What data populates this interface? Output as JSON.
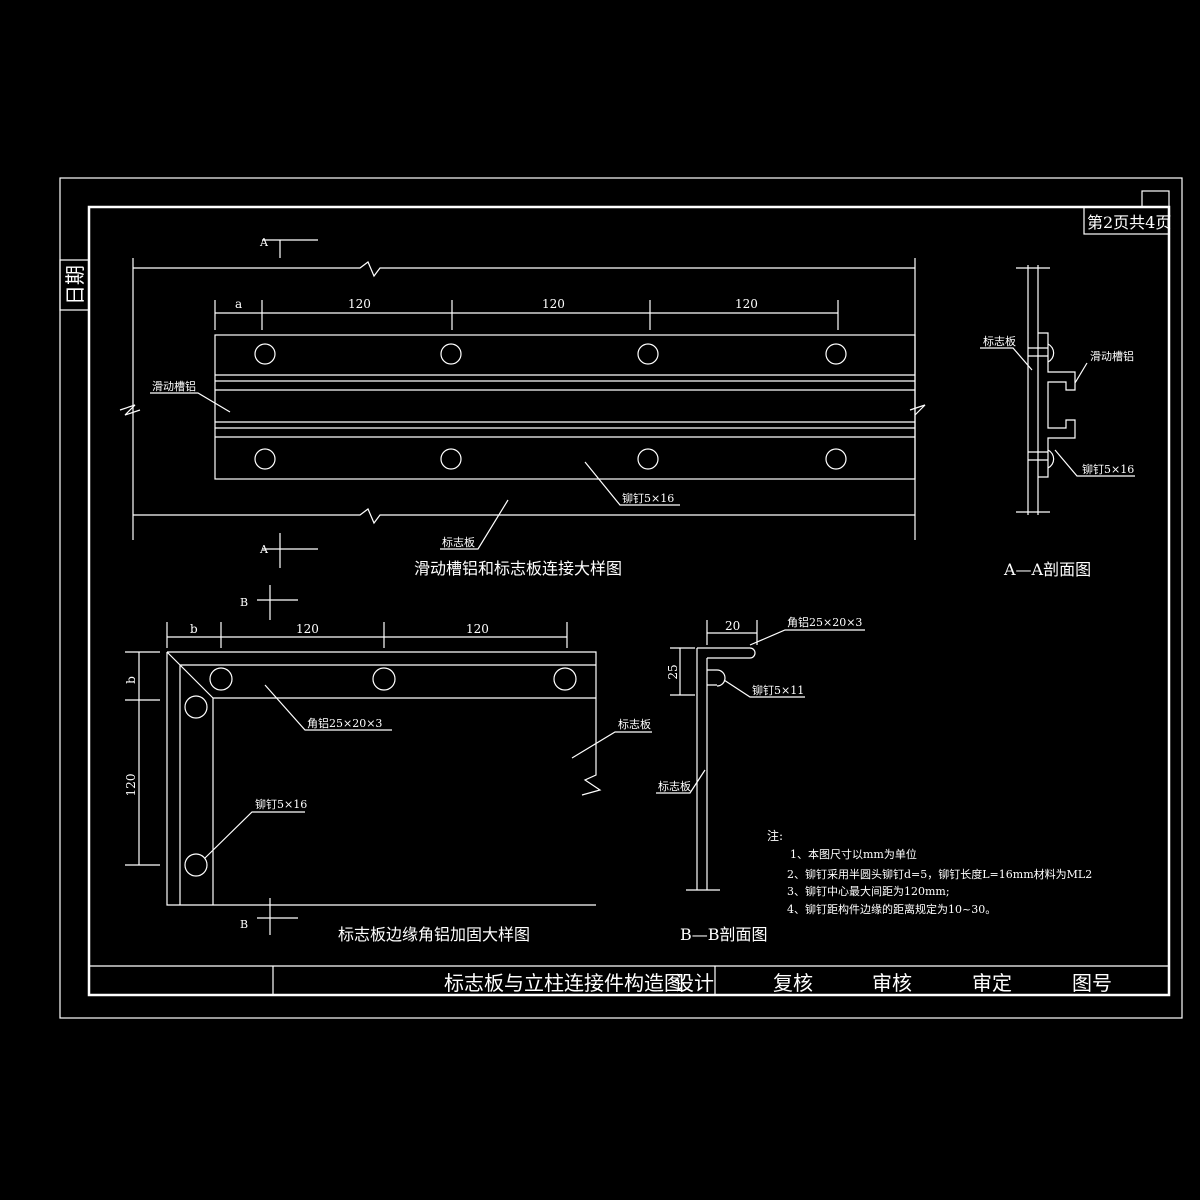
{
  "page_counter": "第2页共4页",
  "side_label": "日期",
  "view1": {
    "title": "滑动槽铝和标志板连接大样图",
    "section_mark": "A",
    "dims": [
      "a",
      "120",
      "120",
      "120"
    ],
    "label_channel": "滑动槽铝",
    "label_rivet": "铆钉5×16",
    "label_plate": "标志板"
  },
  "view_aa": {
    "title": "A—A剖面图",
    "label_plate": "标志板",
    "label_channel": "滑动槽铝",
    "label_rivet": "铆钉5×16"
  },
  "view2": {
    "title": "标志板边缘角铝加固大样图",
    "section_mark": "B",
    "dims_h": [
      "b",
      "120",
      "120"
    ],
    "dims_v": [
      "b",
      "120"
    ],
    "label_angle": "角铝25×20×3",
    "label_rivet": "铆钉5×16",
    "label_plate": "标志板"
  },
  "view_bb": {
    "title": "B—B剖面图",
    "dim_w": "20",
    "dim_h": "25",
    "label_angle": "角铝25×20×3",
    "label_rivet": "铆钉5×11",
    "label_plate": "标志板"
  },
  "notes": {
    "heading": "注:",
    "items": [
      "1、本图尺寸以mm为单位",
      "2、铆钉采用半圆头铆钉d=5，铆钉长度L=16mm材料为ML2",
      "3、铆钉中心最大间距为120mm;",
      "4、铆钉距构件边缘的距离规定为10~30。"
    ]
  },
  "title_block": {
    "title": "标志板与立柱连接件构造图",
    "design": "设计",
    "check": "复核",
    "review": "审核",
    "approve": "审定",
    "drawing_no": "图号"
  }
}
